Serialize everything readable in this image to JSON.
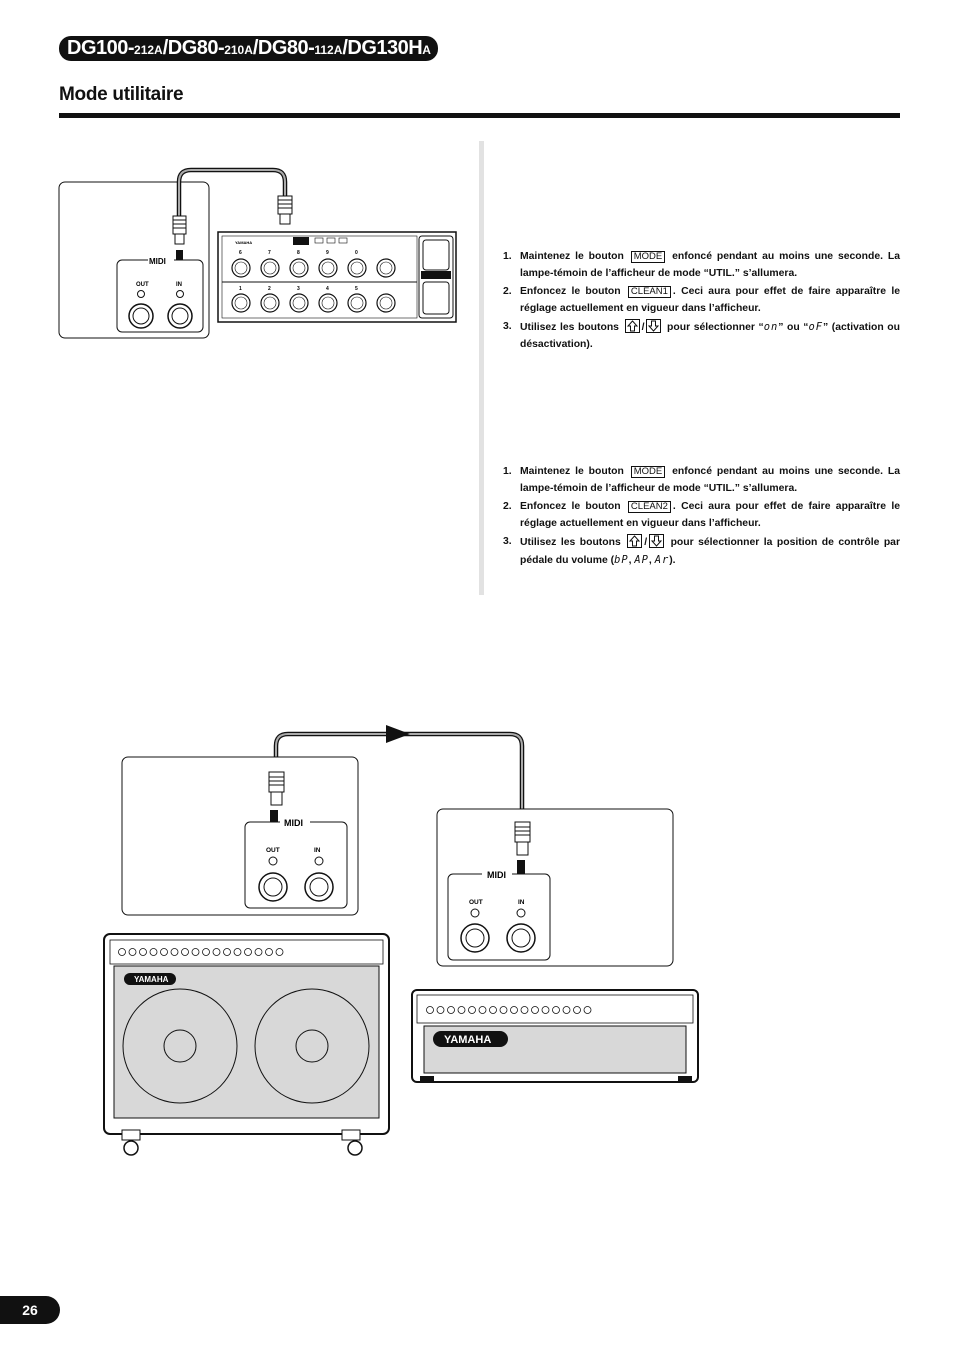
{
  "header": {
    "model_parts": [
      {
        "big": "DG100-",
        "small": "212A"
      },
      {
        "big": "/DG80-",
        "small": "210A"
      },
      {
        "big": "/DG80-",
        "small": "112A"
      },
      {
        "big": "/DG130H",
        "small": "A"
      }
    ],
    "title": "Mode utilitaire"
  },
  "figure_top": {
    "midi_label": "MIDI",
    "out_label": "OUT",
    "in_label": "IN",
    "pedal_brand": "YAMAHA",
    "pedal_numbers_top": [
      "6",
      "7",
      "8",
      "9",
      "0"
    ],
    "pedal_numbers_bottom": [
      "1",
      "2",
      "3",
      "4",
      "5"
    ]
  },
  "section1": {
    "steps": [
      {
        "num": "1.",
        "a": "Maintenez le bouton",
        "button": "MODE",
        "b": "enfoncé pendant au moins une seconde. La lampe-témoin de l’afficheur de mode “UTIL.” s’allumera."
      },
      {
        "num": "2.",
        "a": "Enfoncez le bouton",
        "button": "CLEAN1",
        "b": ". Ceci aura pour effet de faire apparaître le réglage actuellement en vigueur dans l’afficheur."
      },
      {
        "num": "3.",
        "a": "Utilisez les boutons",
        "sep": "/",
        "b": "pour sélectionner “",
        "seg1": "on",
        "c": "” ou “",
        "seg2": "oF",
        "d": "” (activation ou désactivation)."
      }
    ]
  },
  "section2": {
    "steps": [
      {
        "num": "1.",
        "a": "Maintenez le bouton",
        "button": "MODE",
        "b": "enfoncé pendant au moins une seconde. La lampe-témoin de l’afficheur de mode “UTIL.” s’allumera."
      },
      {
        "num": "2.",
        "a": "Enfoncez le bouton",
        "button": "CLEAN2",
        "b": ". Ceci aura pour effet de faire apparaître le réglage actuellement en vigueur dans l’afficheur."
      },
      {
        "num": "3.",
        "a": "Utilisez les boutons",
        "sep": "/",
        "b": "pour sélectionner la position de contrôle par pédale du volume (",
        "seg1": "bP",
        "c1": ", ",
        "seg2": "AP",
        "c2": ", ",
        "seg3": "Ar",
        "d": ")."
      }
    ]
  },
  "figure_bottom": {
    "midi_label": "MIDI",
    "out_label": "OUT",
    "in_label": "IN",
    "amp_brand": "YAMAHA"
  },
  "footer": {
    "page_number": "26"
  }
}
